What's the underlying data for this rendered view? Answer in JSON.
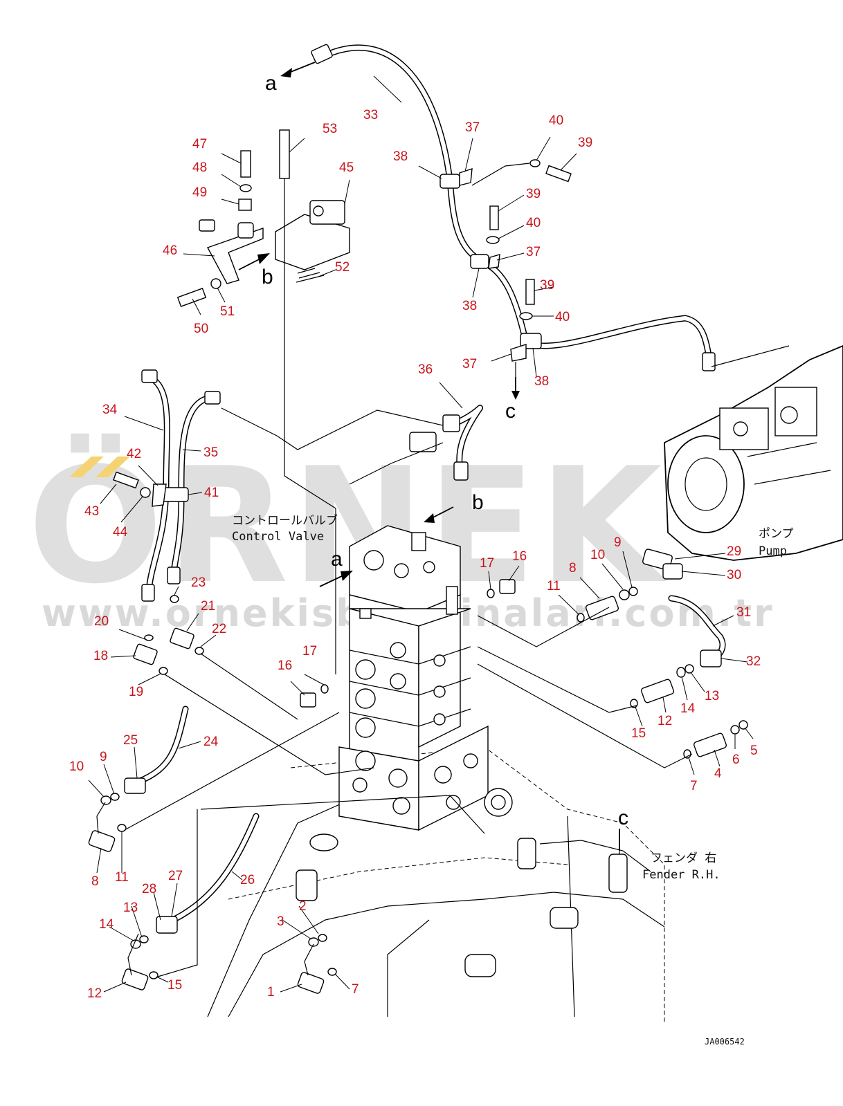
{
  "watermark": {
    "brand": "ÖRNEK",
    "url": "www.ornekisbmakinalari.com.tr"
  },
  "labels": {
    "control_valve_jp": "コントロールバルブ",
    "control_valve_en": "Control Valve",
    "pump_jp": "ポンプ",
    "pump_en": "Pump",
    "fender_jp": "フェンダ 右",
    "fender_en": "Fender R.H.",
    "drawing_code": "JA006542"
  },
  "reference_letters": [
    "a",
    "b",
    "b",
    "a",
    "c",
    "c"
  ],
  "callouts": [
    "33",
    "53",
    "47",
    "48",
    "49",
    "45",
    "46",
    "52",
    "50",
    "51",
    "38",
    "37",
    "40",
    "39",
    "39",
    "40",
    "37",
    "38",
    "39",
    "40",
    "37",
    "38",
    "36",
    "34",
    "35",
    "42",
    "41",
    "43",
    "44",
    "23",
    "21",
    "22",
    "20",
    "18",
    "19",
    "24",
    "25",
    "9",
    "10",
    "8",
    "11",
    "26",
    "27",
    "28",
    "13",
    "14",
    "12",
    "15",
    "2",
    "3",
    "1",
    "7",
    "17",
    "16",
    "17",
    "16",
    "11",
    "8",
    "10",
    "9",
    "29",
    "30",
    "31",
    "32",
    "13",
    "14",
    "12",
    "15",
    "5",
    "6",
    "4",
    "7"
  ],
  "colors": {
    "callout": "#c8151b",
    "line": "#000000",
    "watermark": "#d9d9d9",
    "watermark_accent": "#f5d372"
  }
}
